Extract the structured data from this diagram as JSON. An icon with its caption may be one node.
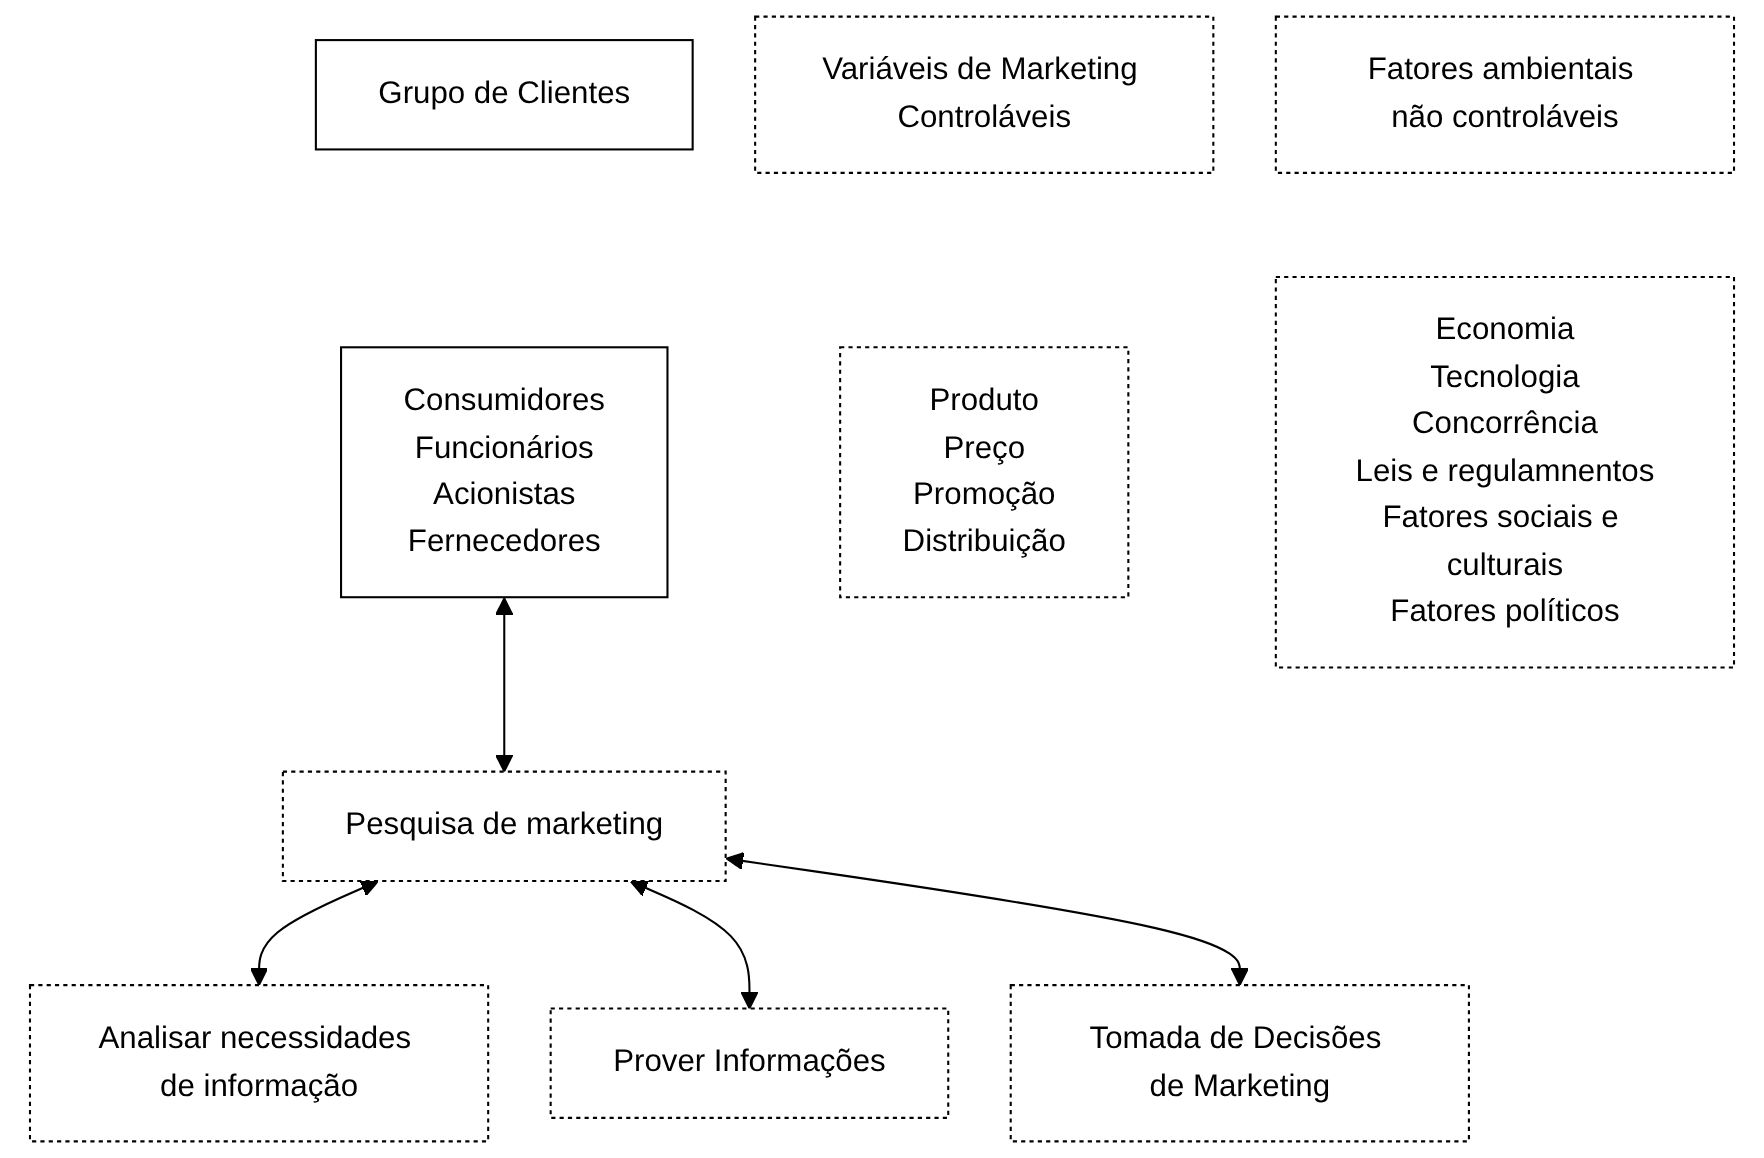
{
  "diagram": {
    "nodes": [
      {
        "text": [
          "Grupo de Clientes"
        ]
      },
      {
        "text": [
          "Consumidores",
          "Funcionários",
          "Acionistas",
          "Fernecedores"
        ]
      },
      {
        "text": [
          "Variáveis de Marketing Controláveis"
        ]
      },
      {
        "text": [
          "Produto",
          "Preço",
          "Promoção",
          "Distribuição"
        ]
      },
      {
        "text": [
          "Pesquisa de marketing"
        ]
      },
      {
        "text": [
          "Fatores ambientais não controláveis"
        ]
      },
      {
        "text": [
          "Economia",
          "Tecnologia",
          "Concorrência",
          "Leis e regulamnentos",
          "Fatores sociais e culturais",
          "Fatores políticos"
        ]
      },
      {
        "text": [
          "Analisar necessidades de informação"
        ]
      },
      {
        "text": [
          "Prover Informações"
        ]
      },
      {
        "text": [
          "Tomada de Decisões de Marketing"
        ]
      }
    ],
    "edges": [
      {
        "from": 1,
        "to": 4,
        "arrow": "both"
      },
      {
        "from": 4,
        "to": 7,
        "arrow": "both"
      },
      {
        "from": 4,
        "to": 8,
        "arrow": "both"
      },
      {
        "from": 4,
        "to": 9,
        "arrow": "both"
      }
    ]
  }
}
